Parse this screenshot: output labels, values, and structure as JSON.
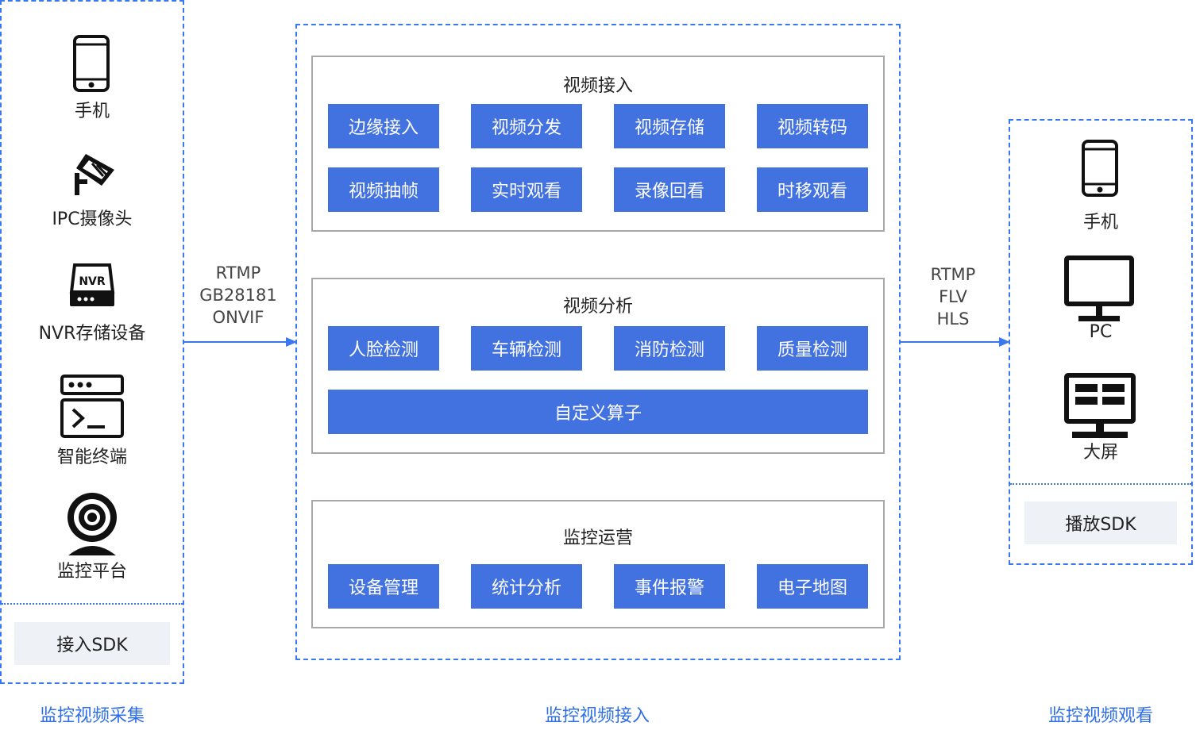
{
  "collection": {
    "caption": "监控视频采集",
    "devices": [
      {
        "label": "手机",
        "icon": "phone-icon"
      },
      {
        "label": "IPC摄像头",
        "icon": "ipc-camera-icon"
      },
      {
        "label": "NVR存储设备",
        "icon": "nvr-storage-icon"
      },
      {
        "label": "智能终端",
        "icon": "terminal-icon"
      },
      {
        "label": "监控平台",
        "icon": "webcam-icon"
      }
    ],
    "sdk": "接入SDK"
  },
  "protocols_in": [
    "RTMP",
    "GB28181",
    "ONVIF"
  ],
  "access": {
    "caption": "监控视频接入",
    "groups": [
      {
        "title": "视频接入",
        "modules": [
          "边缘接入",
          "视频分发",
          "视频存储",
          "视频转码",
          "视频抽帧",
          "实时观看",
          "录像回看",
          "时移观看"
        ]
      },
      {
        "title": "视频分析",
        "modules": [
          "人脸检测",
          "车辆检测",
          "消防检测",
          "质量检测"
        ],
        "wide_module": "自定义算子"
      },
      {
        "title": "监控运营",
        "modules": [
          "设备管理",
          "统计分析",
          "事件报警",
          "电子地图"
        ]
      }
    ]
  },
  "protocols_out": [
    "RTMP",
    "FLV",
    "HLS"
  ],
  "viewing": {
    "caption": "监控视频观看",
    "devices": [
      {
        "label": "手机",
        "icon": "phone-icon"
      },
      {
        "label": "PC",
        "icon": "monitor-icon"
      },
      {
        "label": "大屏",
        "icon": "big-screen-icon"
      }
    ],
    "sdk": "播放SDK"
  },
  "colors": {
    "accent": "#3a78f0",
    "module": "#4271e0",
    "sdk_bg": "#eef1f6"
  }
}
